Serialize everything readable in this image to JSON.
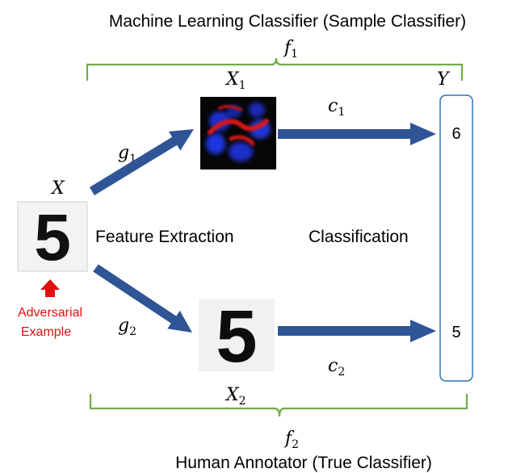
{
  "top_title": "Machine Learning Classifier (Sample Classifier)",
  "bottom_title": "Human Annotator (True Classifier)",
  "labels": {
    "f1": {
      "base": "f",
      "sub": "1"
    },
    "f2": {
      "base": "f",
      "sub": "2"
    },
    "x": {
      "base": "X"
    },
    "x1": {
      "base": "X",
      "sub": "1"
    },
    "x2": {
      "base": "X",
      "sub": "2"
    },
    "y": {
      "base": "Y"
    },
    "g1": {
      "base": "g",
      "sub": "1"
    },
    "g2": {
      "base": "g",
      "sub": "2"
    },
    "c1": {
      "base": "c",
      "sub": "1"
    },
    "c2": {
      "base": "c",
      "sub": "2"
    }
  },
  "stage_labels": {
    "feature_extraction": "Feature Extraction",
    "classification": "Classification"
  },
  "adversarial": {
    "line1": "Adversarial",
    "line2": "Example"
  },
  "digits": {
    "input": "5",
    "x2": "5"
  },
  "outputs": {
    "top": "6",
    "bottom": "5"
  },
  "colors": {
    "arrow": "#2f5597",
    "brace": "#70ad47",
    "output_box": "#2e75b6",
    "adversarial": "#e01010"
  }
}
